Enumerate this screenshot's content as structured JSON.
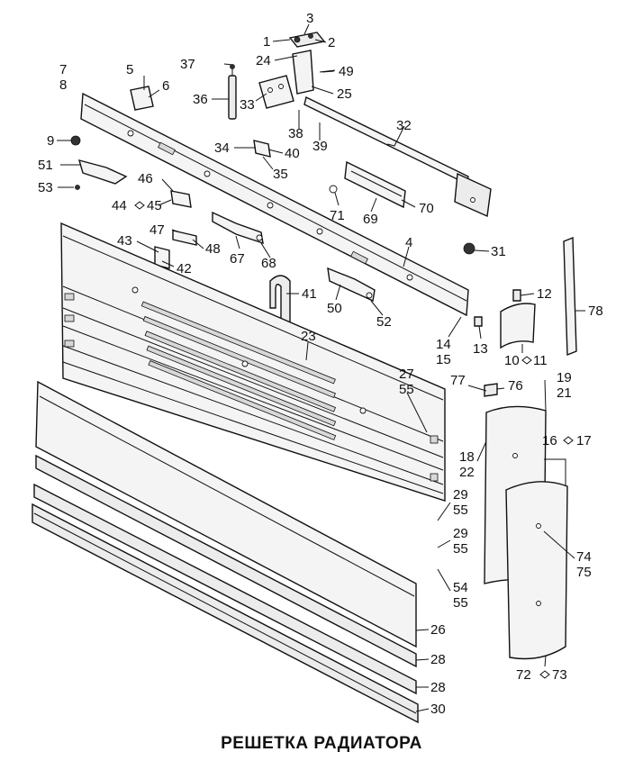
{
  "caption": "РЕШЕТКА РАДИАТОРА",
  "callouts": [
    "1",
    "2",
    "3",
    "4",
    "5",
    "6",
    "7",
    "8",
    "9",
    "10",
    "11",
    "12",
    "13",
    "14",
    "15",
    "16",
    "17",
    "18",
    "19",
    "21",
    "22",
    "23",
    "24",
    "25",
    "26",
    "27",
    "28",
    "29",
    "30",
    "31",
    "32",
    "33",
    "34",
    "35",
    "36",
    "37",
    "38",
    "39",
    "40",
    "41",
    "42",
    "43",
    "44",
    "45",
    "46",
    "47",
    "48",
    "49",
    "50",
    "51",
    "52",
    "53",
    "54",
    "55",
    "67",
    "68",
    "69",
    "70",
    "71",
    "72",
    "73",
    "74",
    "75",
    "76",
    "77",
    "78"
  ]
}
